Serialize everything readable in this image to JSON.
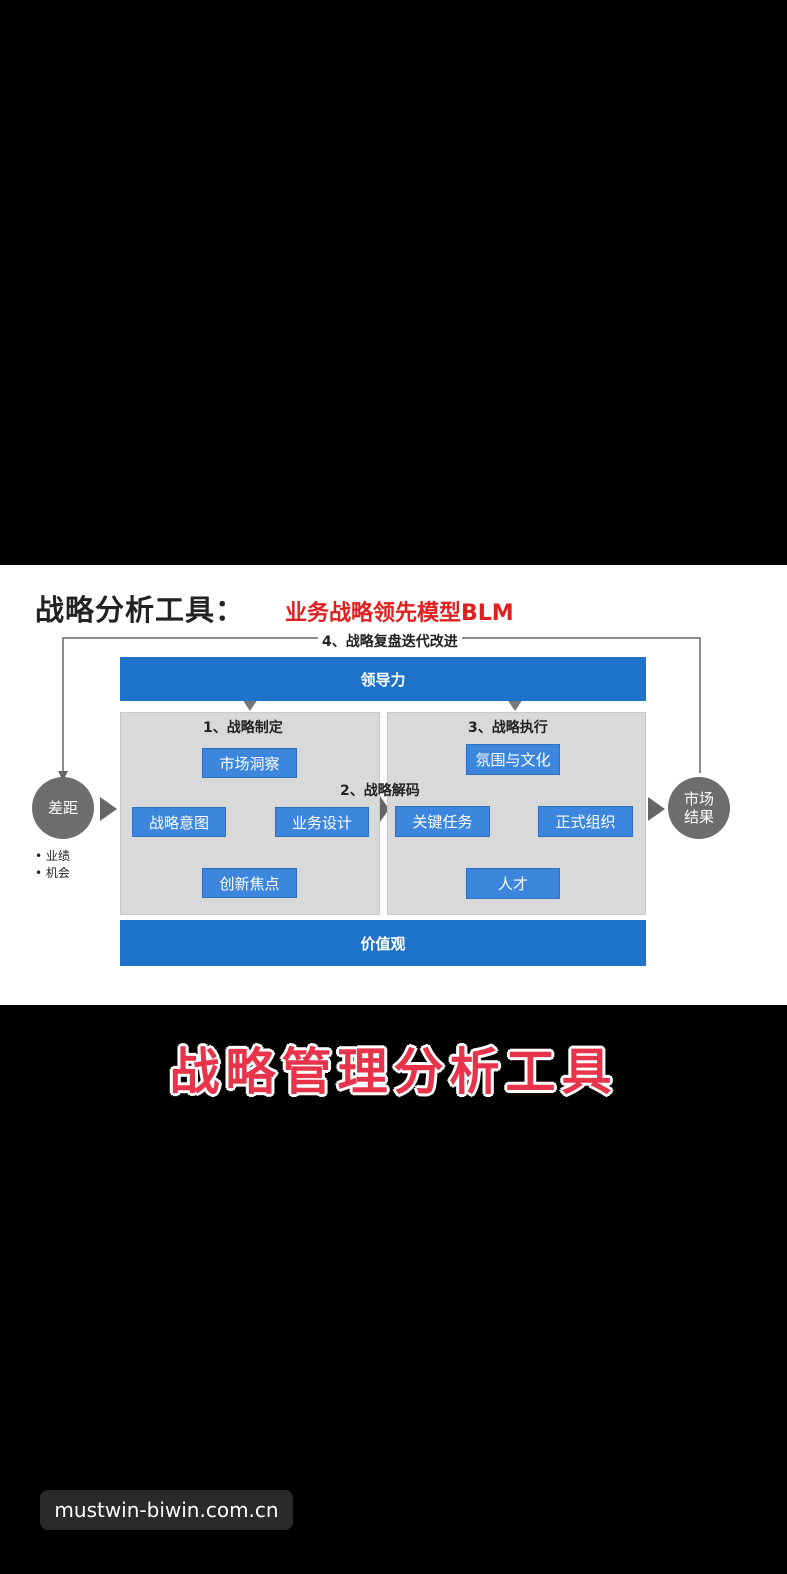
{
  "slide": {
    "title": "战略分析工具：",
    "subtitle": "业务战略领先模型BLM",
    "loop_label": "4、战略复盘迭代改进",
    "leadership": "领导力",
    "values": "价值观",
    "gap": {
      "label": "差距",
      "bullets": [
        "业绩",
        "机会"
      ]
    },
    "market_result": "市场\n结果",
    "strategy_formulation": {
      "title": "1、战略制定",
      "top": "市场洞察",
      "left": "战略意图",
      "right": "业务设计",
      "bottom": "创新焦点"
    },
    "strategy_decoding": "2、战略解码",
    "strategy_execution": {
      "title": "3、战略执行",
      "top": "氛围与文化",
      "left": "关键任务",
      "right": "正式组织",
      "bottom": "人才"
    },
    "colors": {
      "band": "#1e73c8",
      "box": "#3d86dd",
      "panel": "#d9d9d9",
      "circle": "#6d6d6d",
      "subtitle": "#e02020"
    }
  },
  "caption": "战略管理分析工具",
  "watermark": "mustwin-biwin.com.cn"
}
